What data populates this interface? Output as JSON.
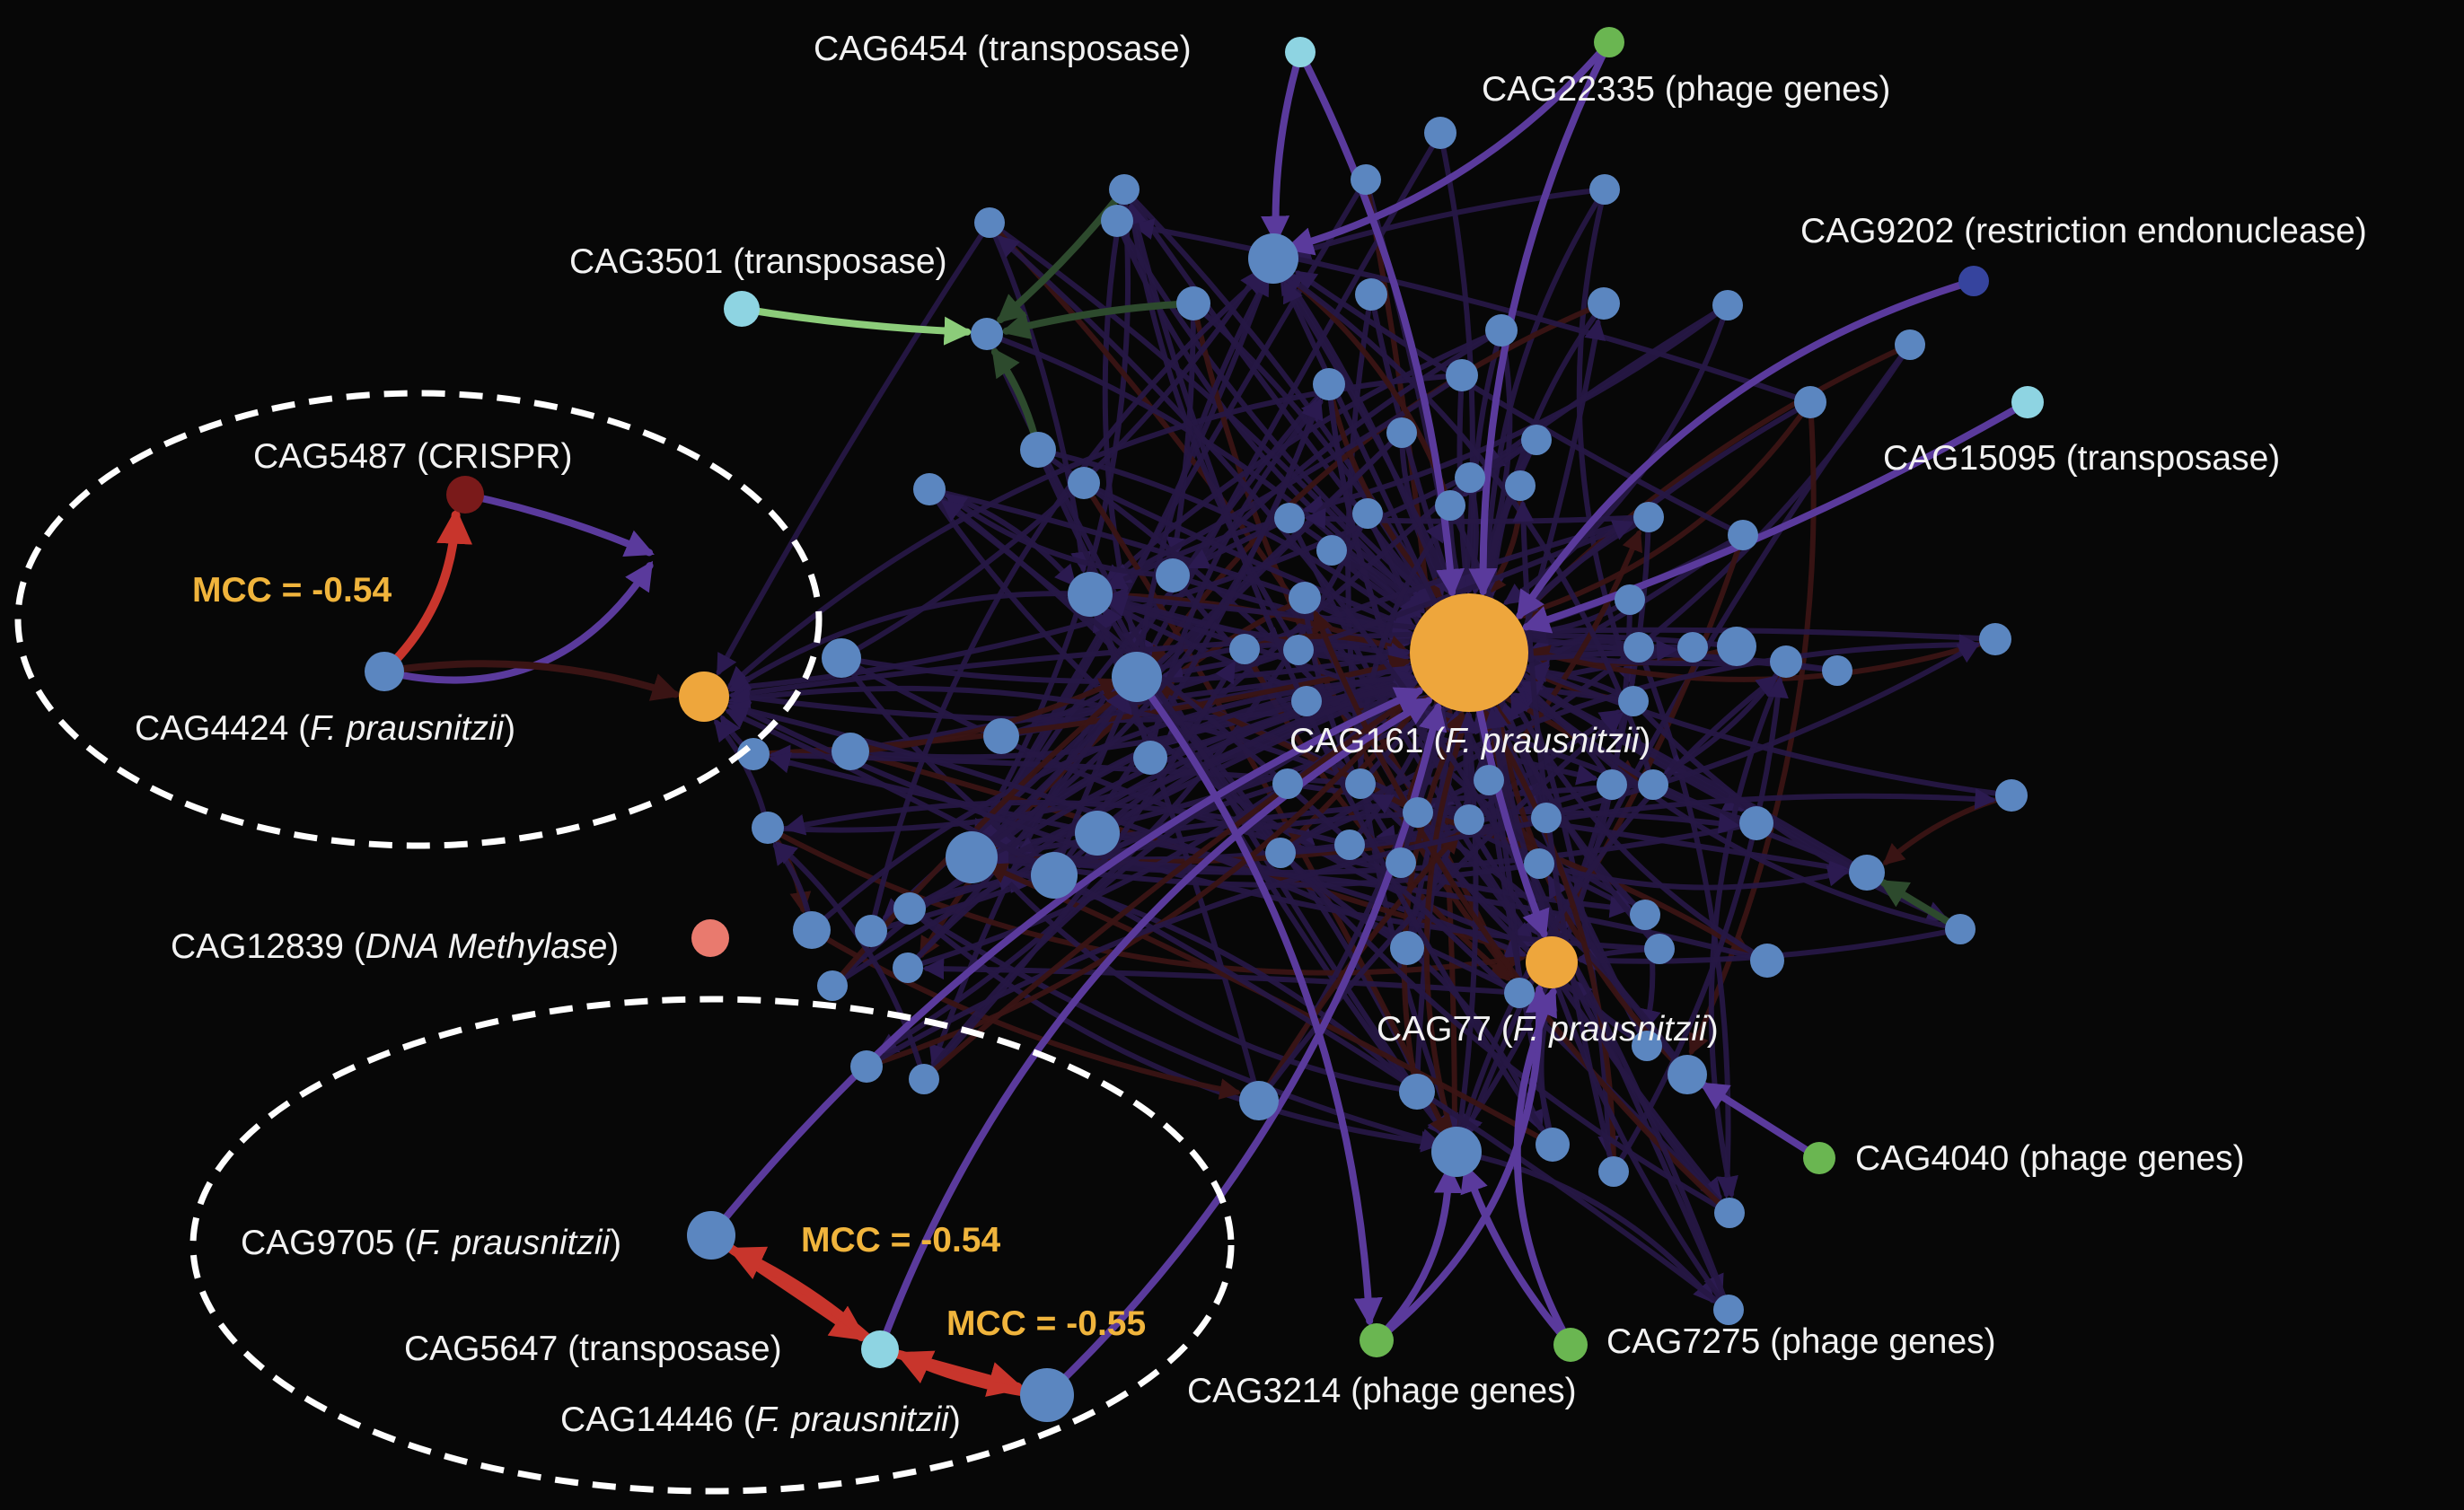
{
  "colors": {
    "background": "#070707",
    "node_default": "#5b86c0",
    "node_hub": "#eea63c",
    "node_transposase": "#8ed4e2",
    "node_phage": "#6ab651",
    "node_crispr": "#7a1a1a",
    "node_methylase": "#e97a6e",
    "node_endonuclease": "#36449e",
    "edge_purple_bright": "#5a3a9c",
    "edge_purple_dark": "#261745",
    "edge_red": "#c8352c",
    "edge_red_dark": "#3a1414",
    "edge_green": "#8ccc7a",
    "edge_green_dark": "#2d4a2d",
    "mcc_text": "#f0b43c",
    "label_text": "#f2f2f2",
    "ellipse": "#ffffff"
  },
  "nodes": [
    {
      "id": "CAG6454",
      "name": "CAG6454",
      "annotation": "transposase",
      "italic": false,
      "type": "transposase"
    },
    {
      "id": "CAG22335",
      "name": "CAG22335",
      "annotation": "phage genes",
      "italic": false,
      "type": "phage"
    },
    {
      "id": "CAG3501",
      "name": "CAG3501",
      "annotation": "transposase",
      "italic": false,
      "type": "transposase"
    },
    {
      "id": "CAG9202",
      "name": "CAG9202",
      "annotation": "restriction endonuclease",
      "italic": false,
      "type": "endonuclease"
    },
    {
      "id": "CAG15095",
      "name": "CAG15095",
      "annotation": "transposase",
      "italic": false,
      "type": "transposase"
    },
    {
      "id": "CAG5487",
      "name": "CAG5487",
      "annotation": "CRISPR",
      "italic": false,
      "type": "crispr"
    },
    {
      "id": "CAG4424",
      "name": "CAG4424",
      "annotation": "F. prausnitzii",
      "italic": true,
      "type": "default"
    },
    {
      "id": "CAG161",
      "name": "CAG161",
      "annotation": "F. prausnitzii",
      "italic": true,
      "type": "hub"
    },
    {
      "id": "CAG12839",
      "name": "CAG12839",
      "annotation": "DNA Methylase",
      "italic": true,
      "type": "methylase"
    },
    {
      "id": "CAG77",
      "name": "CAG77",
      "annotation": "F. prausnitzii",
      "italic": true,
      "type": "hub"
    },
    {
      "id": "CAG4040",
      "name": "CAG4040",
      "annotation": "phage genes",
      "italic": false,
      "type": "phage"
    },
    {
      "id": "CAG9705",
      "name": "CAG9705",
      "annotation": "F. prausnitzii",
      "italic": true,
      "type": "default"
    },
    {
      "id": "CAG5647",
      "name": "CAG5647",
      "annotation": "transposase",
      "italic": false,
      "type": "transposase"
    },
    {
      "id": "CAG14446",
      "name": "CAG14446",
      "annotation": "F. prausnitzii",
      "italic": true,
      "type": "default"
    },
    {
      "id": "CAG7275",
      "name": "CAG7275",
      "annotation": "phage genes",
      "italic": false,
      "type": "phage"
    },
    {
      "id": "CAG3214",
      "name": "CAG3214",
      "annotation": "phage genes",
      "italic": false,
      "type": "phage"
    }
  ],
  "mcc_labels": [
    {
      "id": "mcc-top",
      "text": "MCC = -0.54"
    },
    {
      "id": "mcc-middle",
      "text": "MCC = -0.54"
    },
    {
      "id": "mcc-bottom",
      "text": "MCC = -0.55"
    }
  ]
}
